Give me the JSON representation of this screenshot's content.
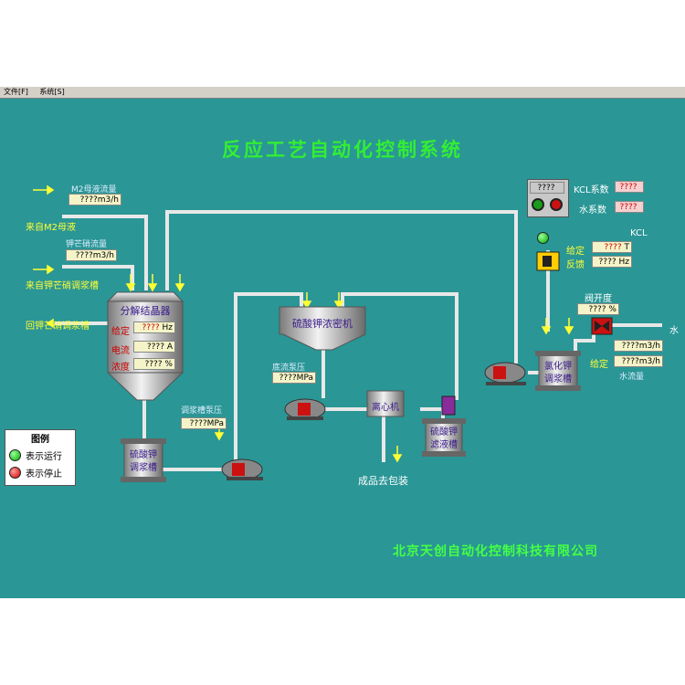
{
  "menu": {
    "file": "文件[F]",
    "system": "系统[S]"
  },
  "title": "反应工艺自动化控制系统",
  "company": "北京天创自动化控制科技有限公司",
  "inputs": {
    "m2_flow_label": "M2母液流量",
    "m2_flow_value": "????m3/h",
    "m2_source": "来自M2母液",
    "kna_flow_label": "钾芒硝流量",
    "kna_flow_value": "????m3/h",
    "kna_source": "来自钾芒硝调浆槽",
    "return_label": "回钾芒硝调浆槽"
  },
  "crystallizer": {
    "name": "分解结晶器",
    "setpoint_label": "给定",
    "setpoint_value": "????",
    "setpoint_unit": "Hz",
    "current_label": "电流",
    "current_value": "???? A",
    "conc_label": "浓度",
    "conc_value": "???? %"
  },
  "slurry_tank": {
    "name_line1": "硫酸钾",
    "name_line2": "调浆槽"
  },
  "slurry_pump": {
    "label": "调浆槽泵压",
    "value": "????MPa"
  },
  "thickener": {
    "name": "硫酸钾浓密机",
    "underflow_label": "底流泵压",
    "underflow_value": "????MPa"
  },
  "centrifuge": {
    "name": "离心机",
    "product_label": "成品去包装"
  },
  "filtrate_tank": {
    "name_line1": "硫酸钾",
    "name_line2": "滤液槽"
  },
  "kcl": {
    "panel_value": "????",
    "kcl_coef_label": "KCL系数",
    "kcl_coef_value": "????",
    "water_coef_label": "水系数",
    "water_coef_value": "????",
    "kcl_label": "KCL",
    "setpoint_label": "给定",
    "setpoint_value": "????",
    "setpoint_unit": "T",
    "feedback_label": "反馈",
    "feedback_value": "????",
    "feedback_unit": "Hz",
    "tank_line1": "氯化钾",
    "tank_line2": "调浆槽"
  },
  "water": {
    "valve_open_label": "阀开度",
    "valve_open_value": "???? %",
    "water_label": "水",
    "flow_value": "????m3/h",
    "setpoint_label": "给定",
    "setpoint_value": "????m3/h",
    "flow_label": "水流量"
  },
  "legend": {
    "title": "图例",
    "running": "表示运行",
    "stopped": "表示停止"
  },
  "colors": {
    "background": "#2a9696",
    "pipe": "#e8e8e8",
    "title": "#33ee33",
    "running": "#00aa00",
    "stopped": "#cc0000"
  }
}
